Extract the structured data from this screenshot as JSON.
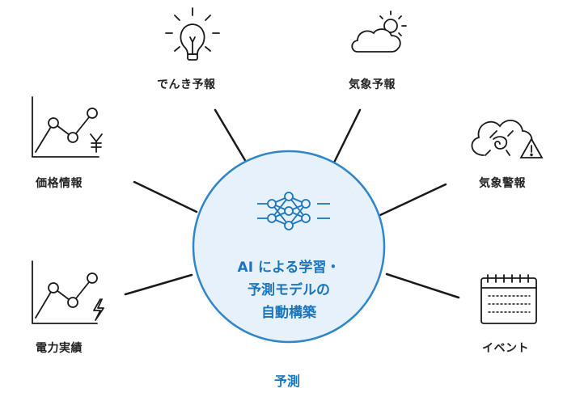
{
  "center": {
    "line1": "AI による学習・",
    "line2": "予測モデルの",
    "line3": "自動構築",
    "caption": "予測"
  },
  "inputs": {
    "power_forecast": "でんき予報",
    "weather_forecast": "気象予報",
    "price_info": "価格情報",
    "weather_warning": "気象警報",
    "power_results": "電力実績",
    "event": "イベント"
  },
  "icons": {
    "power_forecast": "lightbulb-icon",
    "weather_forecast": "cloud-sun-icon",
    "price_info": "line-chart-yen-icon",
    "weather_warning": "storm-warning-icon",
    "power_results": "line-chart-lightning-icon",
    "event": "calendar-icon",
    "center": "neural-network-icon"
  },
  "colors": {
    "accent": "#1b75bc",
    "circle_fill": "#e6f1fb",
    "circle_stroke": "#2f86c8",
    "line": "#1a1a1a"
  }
}
